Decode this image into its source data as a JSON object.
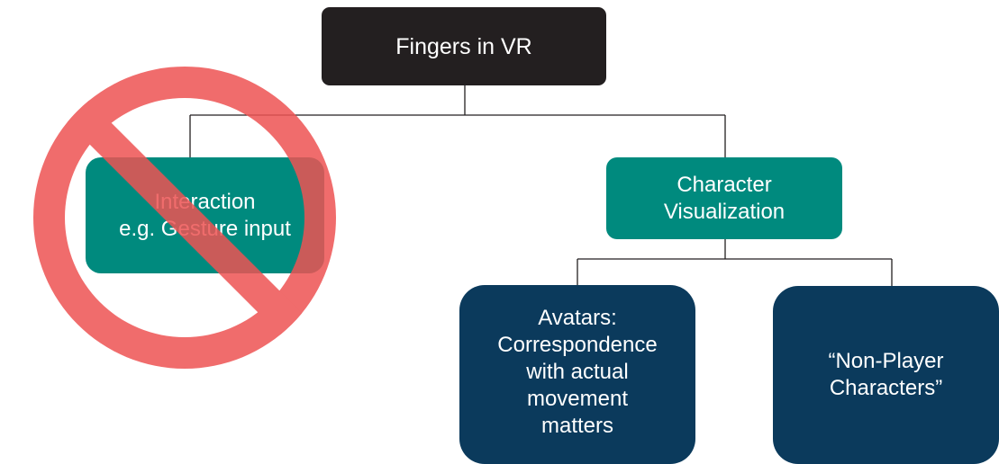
{
  "diagram": {
    "root": {
      "label": "Fingers in VR"
    },
    "interaction": {
      "lines": [
        "Interaction",
        "e.g. Gesture input"
      ]
    },
    "character_visualization": {
      "lines": [
        "Character",
        "Visualization"
      ]
    },
    "avatars": {
      "lines": [
        "Avatars:",
        "Correspondence",
        "with actual",
        "movement",
        "matters"
      ]
    },
    "npc": {
      "lines": [
        "“Non-Player",
        "Characters”"
      ]
    },
    "prohibition_symbol": {
      "icon": "no-symbol-icon",
      "color": "#ee5353"
    }
  },
  "colors": {
    "root_fill": "#231f20",
    "teal_fill": "#008a7e",
    "navy_fill": "#0b3a5c",
    "connector": "#231f20"
  }
}
